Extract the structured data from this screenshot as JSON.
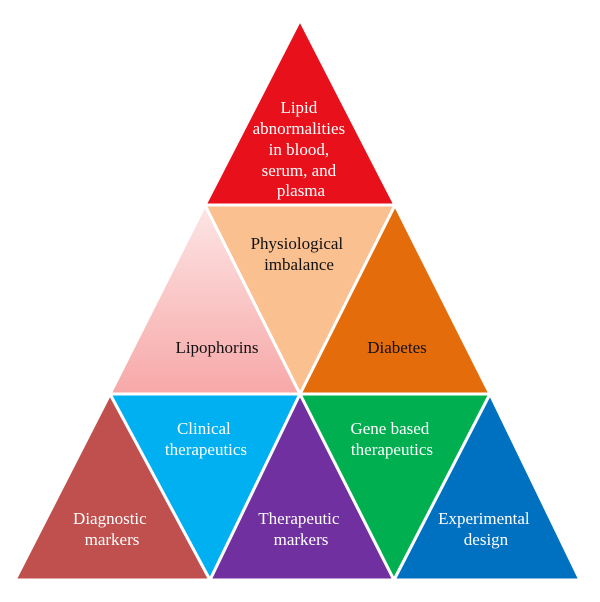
{
  "pyramid": {
    "top": {
      "lines": [
        "Lipid",
        "abnormalities",
        "in blood,",
        "serum, and",
        "plasma"
      ],
      "color": "#e8101a"
    },
    "physiological": {
      "lines": [
        "Physiological",
        "imbalance"
      ],
      "color": "#fac090"
    },
    "lipophorins": {
      "lines": [
        "Lipophorins"
      ],
      "color_top": "#fde5e5",
      "color_bottom": "#f7a8a8"
    },
    "diabetes": {
      "lines": [
        "Diabetes"
      ],
      "color": "#e46c0a"
    },
    "diagnostic": {
      "lines": [
        "Diagnostic",
        "markers"
      ],
      "color": "#c0504d"
    },
    "clinical": {
      "lines": [
        "Clinical",
        "therapeutics"
      ],
      "color": "#00b0f0"
    },
    "therapeutic": {
      "lines": [
        "Therapeutic",
        "markers"
      ],
      "color": "#7030a0"
    },
    "gene": {
      "lines": [
        "Gene based",
        "therapeutics"
      ],
      "color": "#00b050"
    },
    "experimental": {
      "lines": [
        "Experimental",
        "design"
      ],
      "color": "#0070c0"
    }
  }
}
